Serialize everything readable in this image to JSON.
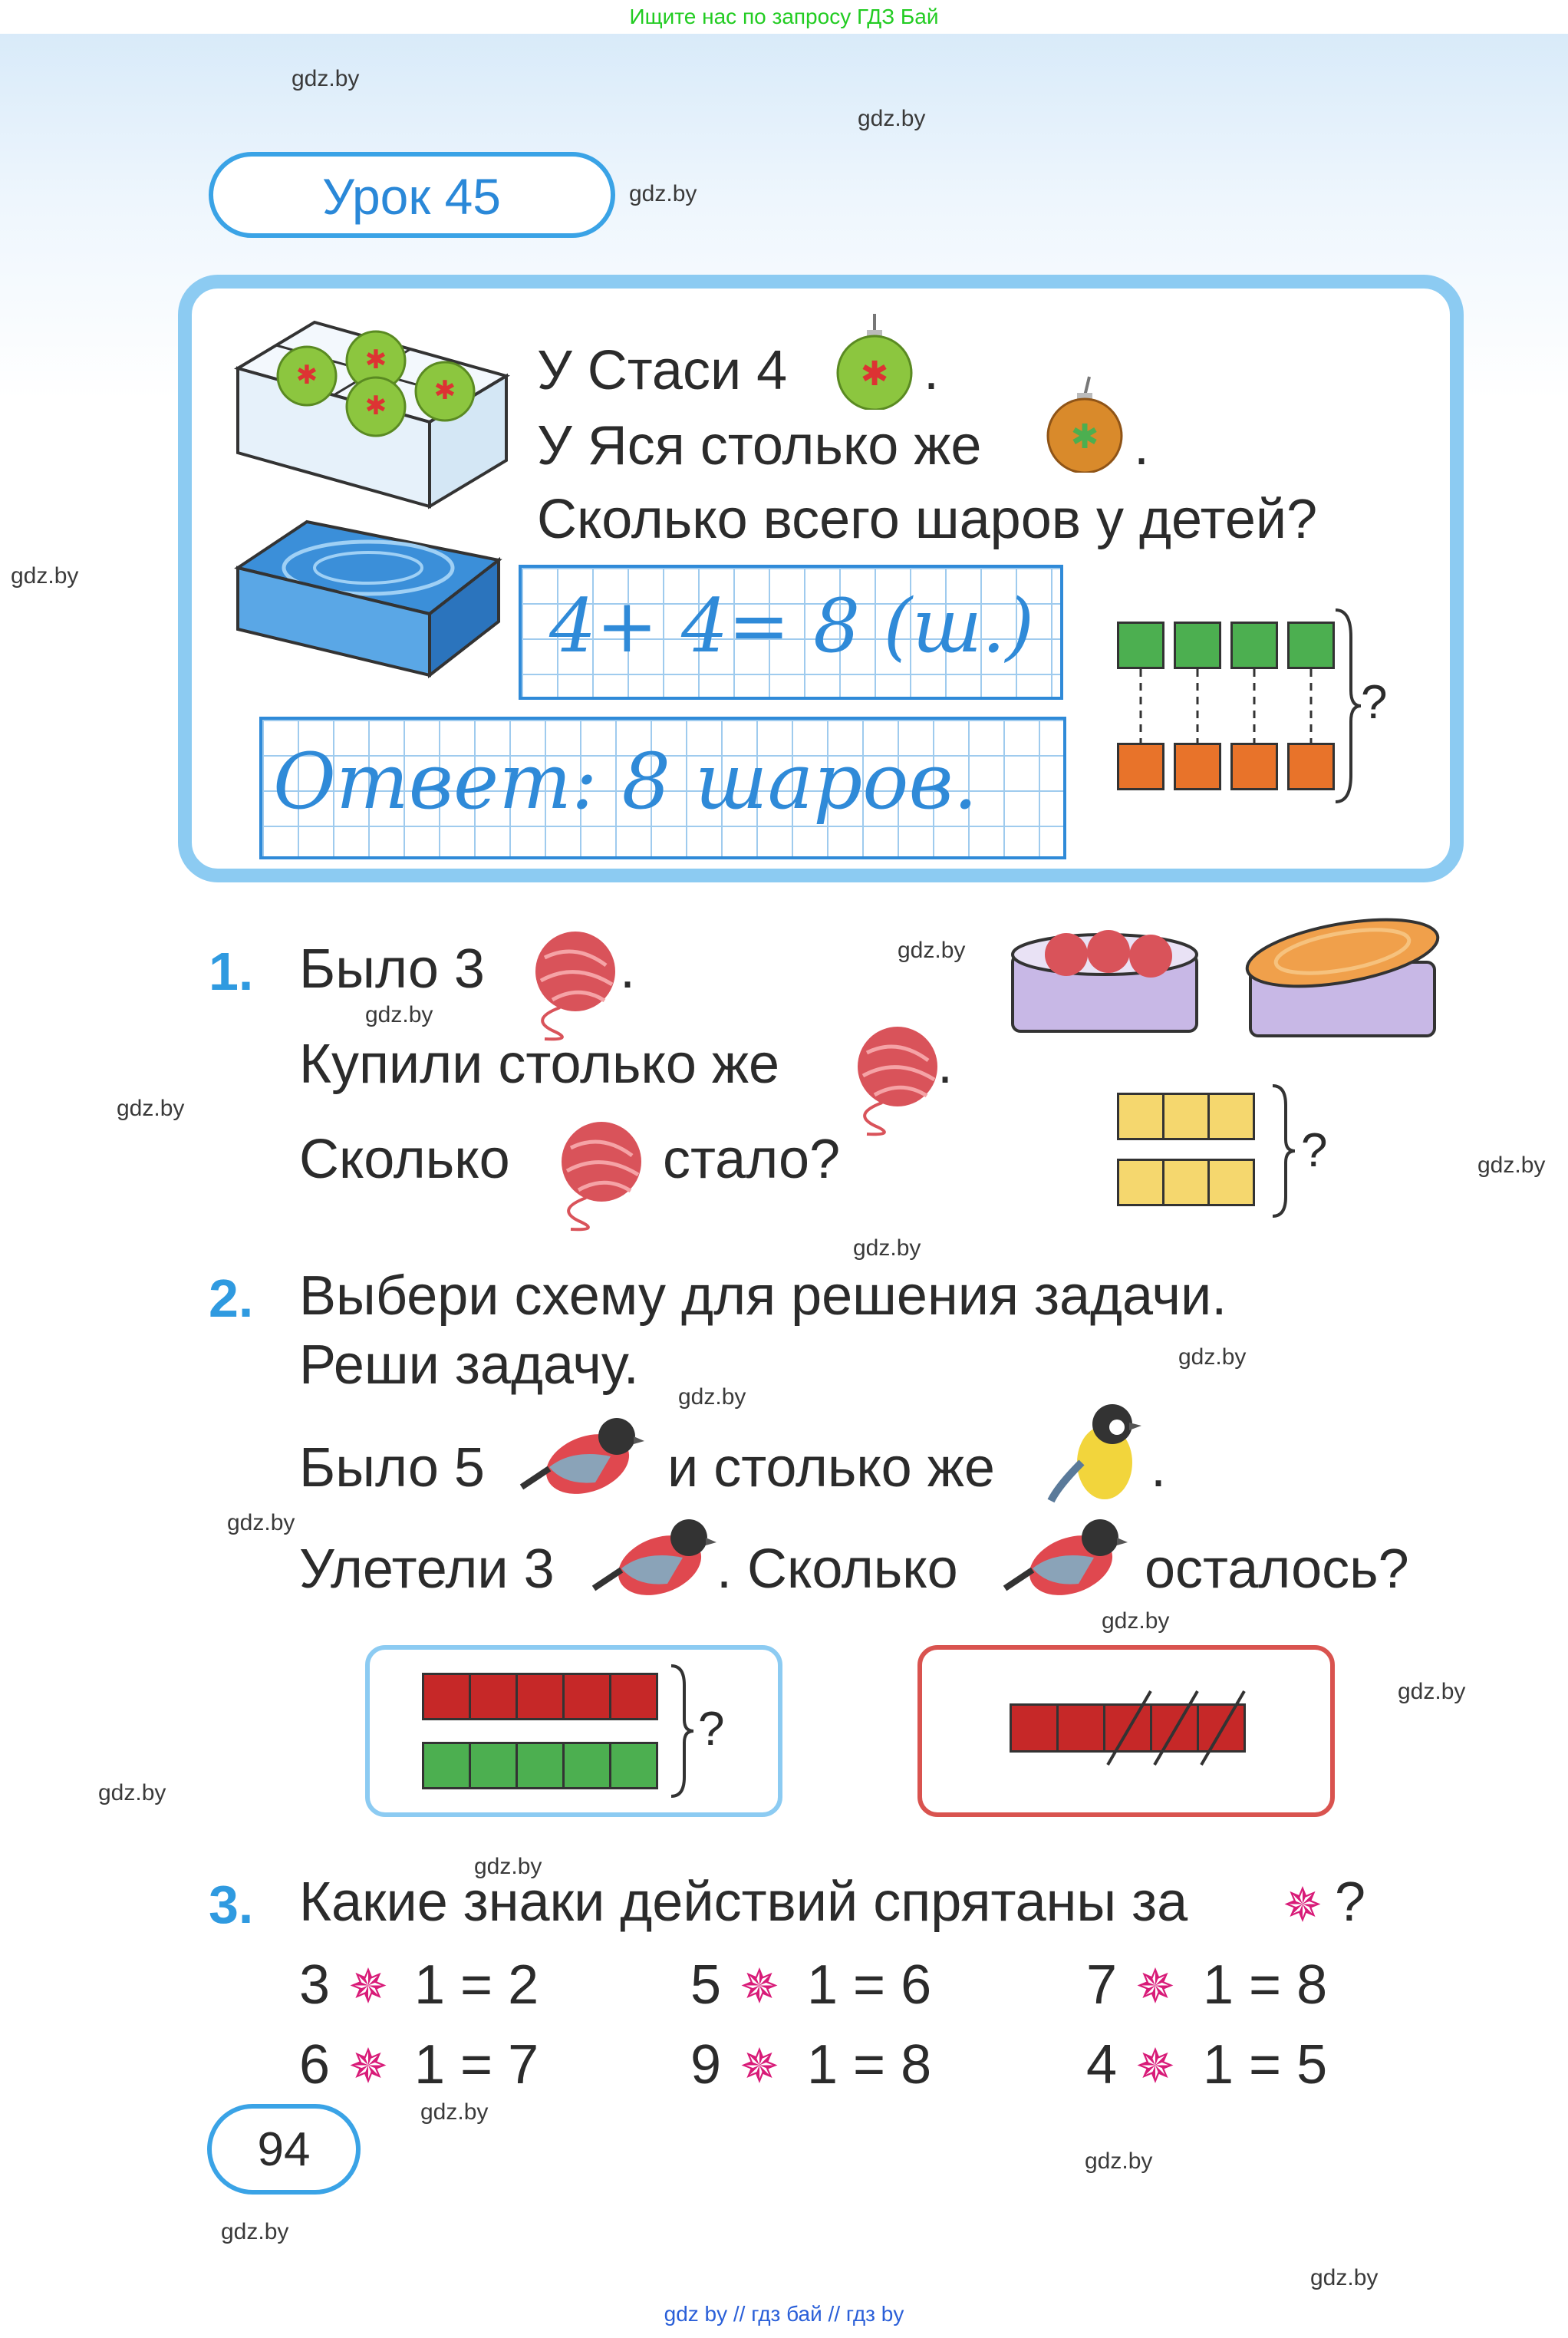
{
  "banner": "Ищите нас по запросу ГДЗ Бай",
  "watermark": "gdz.by",
  "lesson_title": "Урок 45",
  "example": {
    "line1": "У Стаси 4",
    "line1_end": ".",
    "line2": "У Яся столько же",
    "line2_end": ".",
    "line3": "Сколько всего шаров у детей?",
    "solution": "4+ 4= 8 (ш.)",
    "answer": "Ответ:   8  шаров.",
    "question_mark": "?"
  },
  "task1": {
    "number": "1.",
    "line1": "Было 3",
    "line1_end": ".",
    "line2": "Купили столько же",
    "line2_end": ".",
    "line3a": "Сколько",
    "line3b": "стало?",
    "question_mark": "?"
  },
  "task2": {
    "number": "2.",
    "line1": "Выбери схему для решения задачи.",
    "line2": "Реши задачу.",
    "line3a": "Было 5",
    "line3b": "и столько же",
    "line3_end": ".",
    "line4a": "Улетели 3",
    "line4b": ". Сколько",
    "line4c": "осталось?",
    "question_mark": "?"
  },
  "task3": {
    "number": "3.",
    "prompt": "Какие знаки действий спрятаны за",
    "prompt_end": "?",
    "equations": [
      {
        "a": "3",
        "rest": "1 = 2"
      },
      {
        "a": "5",
        "rest": "1 = 6"
      },
      {
        "a": "7",
        "rest": "1 = 8"
      },
      {
        "a": "6",
        "rest": "1 = 7"
      },
      {
        "a": "9",
        "rest": "1 = 8"
      },
      {
        "a": "4",
        "rest": "1 = 5"
      }
    ],
    "star_symbol": "✵"
  },
  "page_number": "94",
  "footer": "gdz by  //  гдз бай  //  гдз by",
  "colors": {
    "blue_accent": "#2f9ae0",
    "frame_blue": "#8ccbf2",
    "green": "#4caf50",
    "orange": "#e8732a",
    "yellow": "#f5d76e",
    "red": "#c62828",
    "star_pink": "#d81b78"
  }
}
